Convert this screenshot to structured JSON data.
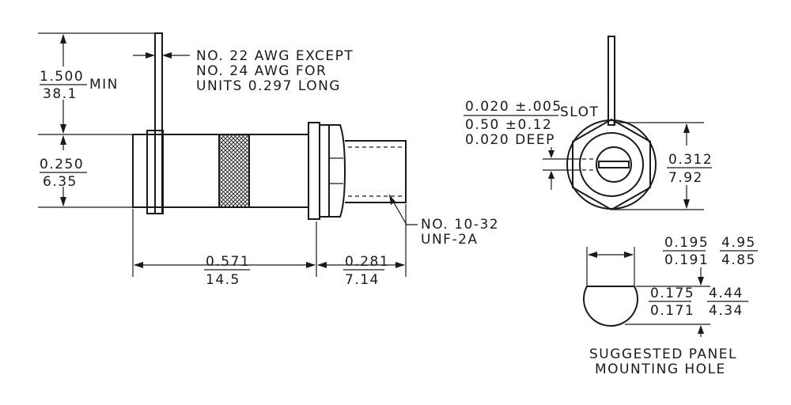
{
  "dimensions": {
    "height_in": "1.500",
    "height_mm": "38.1",
    "height_suffix": "MIN",
    "body_dia_in": "0.250",
    "body_dia_mm": "6.35",
    "body_len_in": "0.571",
    "body_len_mm": "14.5",
    "thread_len_in": "0.281",
    "thread_len_mm": "7.14",
    "hex_in": "0.312",
    "hex_mm": "7.92"
  },
  "notes": {
    "wire_line1": "NO. 22  AWG  EXCEPT",
    "wire_line2": "NO. 24  AWG  FOR",
    "wire_line3": "UNITS   0.297  LONG",
    "thread_line1": "NO. 10-32",
    "thread_line2": "UNF-2A"
  },
  "slot": {
    "line1": "0.020 ±.005",
    "line1_suffix": "SLOT",
    "line2": "0.50 ±0.12",
    "line3": "0.020  DEEP"
  },
  "panel_hole": {
    "w_in_max": "0.195",
    "w_in_min": "0.191",
    "w_mm_max": "4.95",
    "w_mm_min": "4.85",
    "h_in_max": "0.175",
    "h_in_min": "0.171",
    "h_mm_max": "4.44",
    "h_mm_min": "4.34",
    "caption_line1": "SUGGESTED   PANEL",
    "caption_line2": "MOUNTING   HOLE"
  }
}
